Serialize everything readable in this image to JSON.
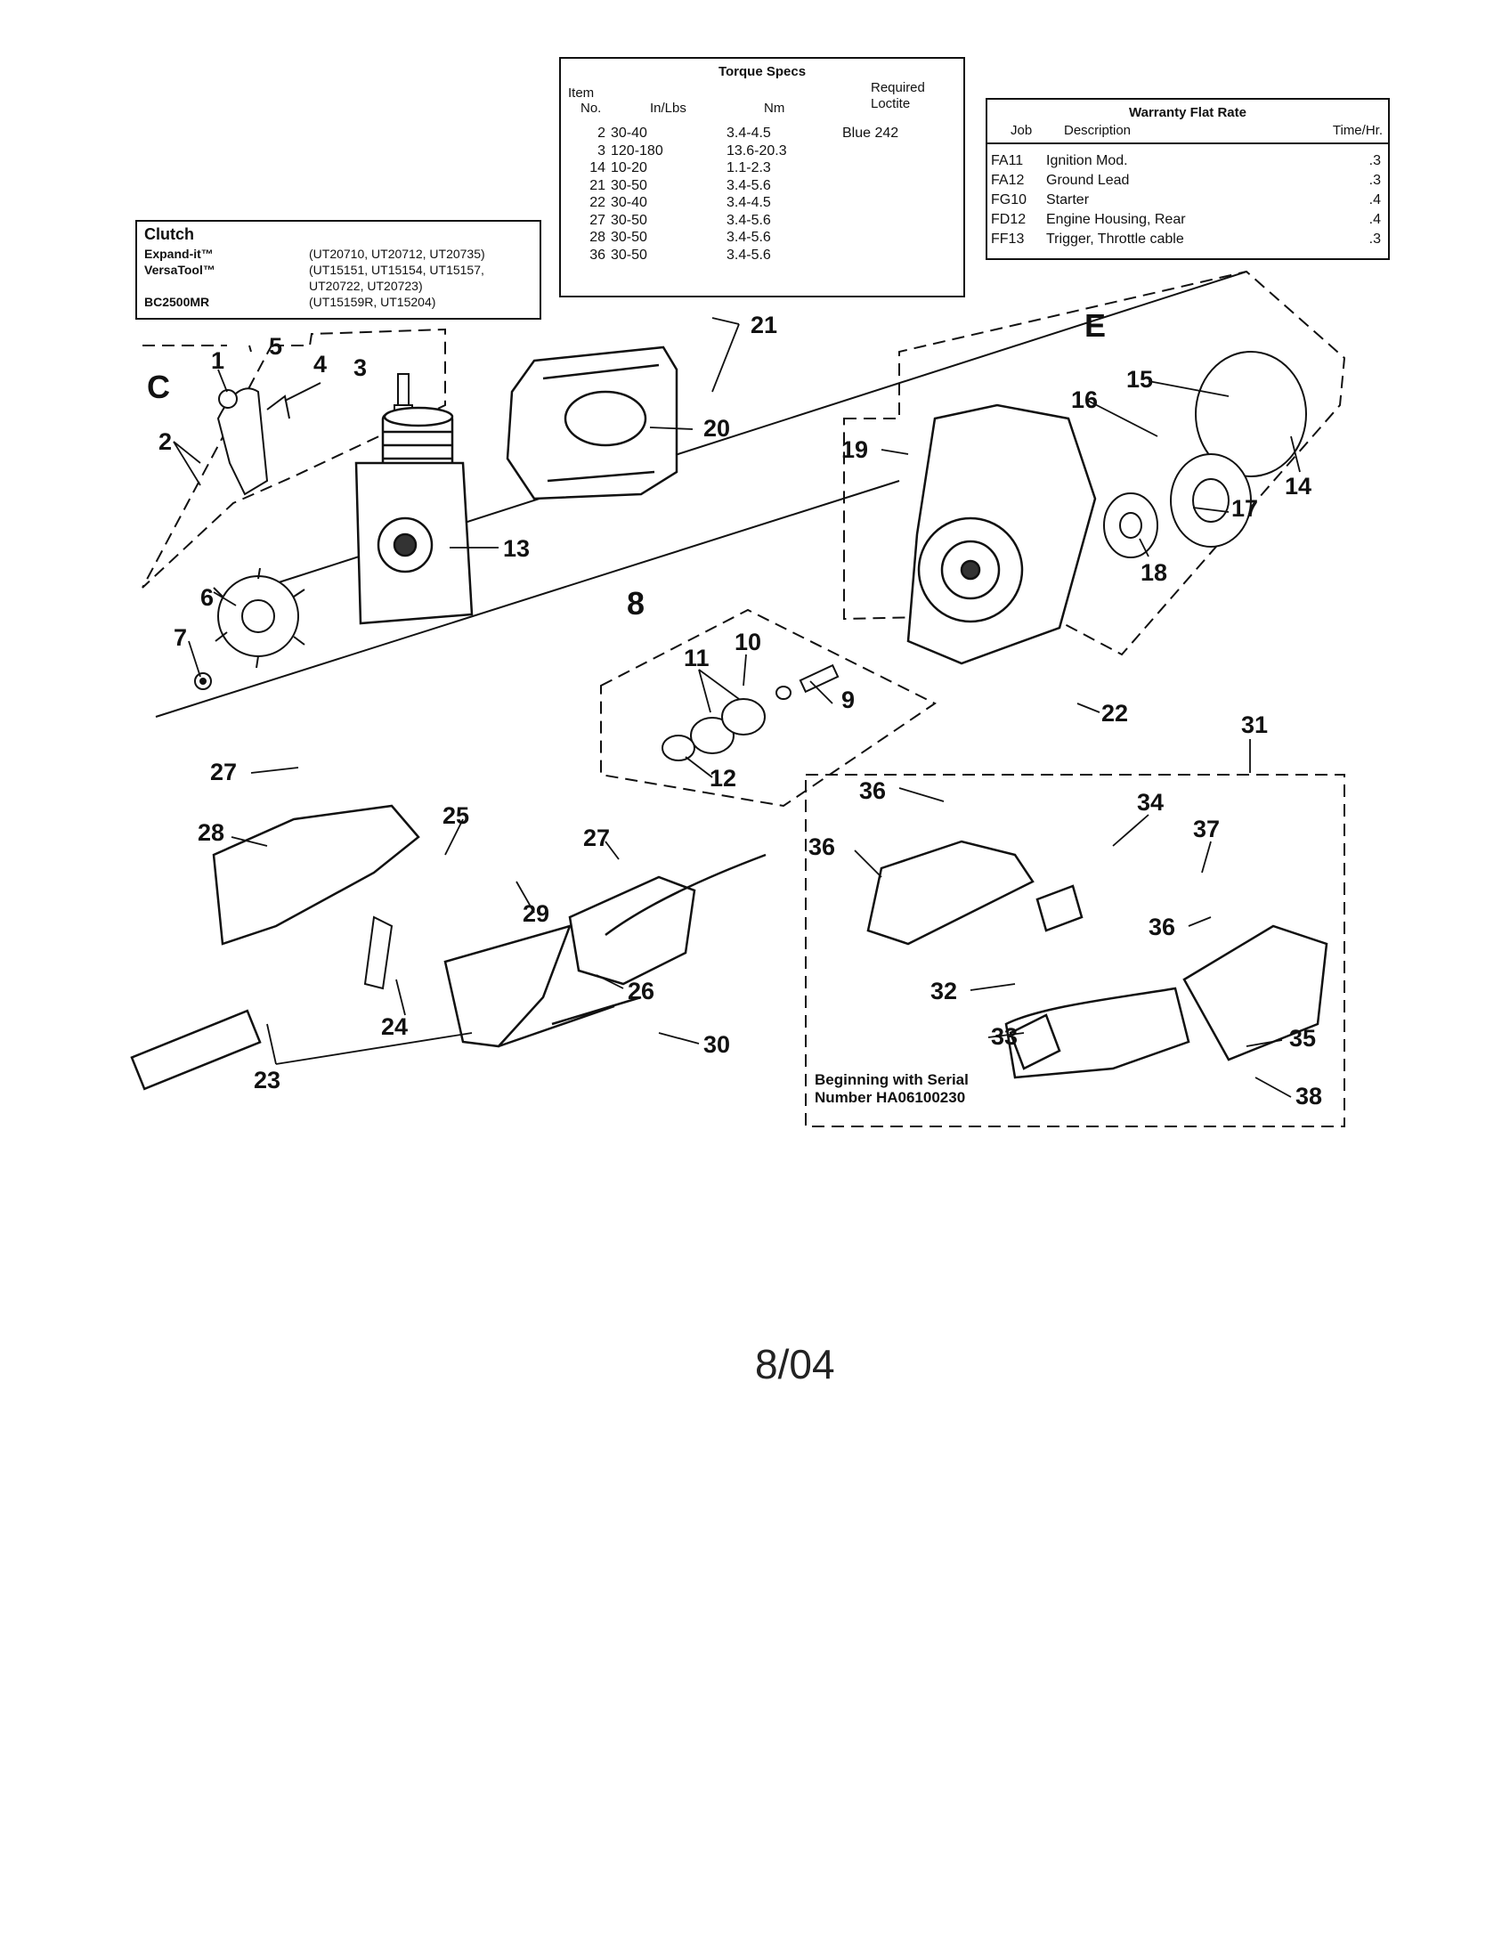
{
  "torque_specs": {
    "title": "Torque Specs",
    "headers": {
      "item": "Item",
      "no": "No.",
      "inlbs": "In/Lbs",
      "nm": "Nm",
      "required": "Required",
      "loctite": "Loctite"
    },
    "rows": [
      {
        "item": "2",
        "inlbs": "30-40",
        "nm": "3.4-4.5",
        "loctite": "Blue 242"
      },
      {
        "item": "3",
        "inlbs": "120-180",
        "nm": "13.6-20.3",
        "loctite": ""
      },
      {
        "item": "14",
        "inlbs": "10-20",
        "nm": "1.1-2.3",
        "loctite": ""
      },
      {
        "item": "21",
        "inlbs": "30-50",
        "nm": "3.4-5.6",
        "loctite": ""
      },
      {
        "item": "22",
        "inlbs": "30-40",
        "nm": "3.4-4.5",
        "loctite": ""
      },
      {
        "item": "27",
        "inlbs": "30-50",
        "nm": "3.4-5.6",
        "loctite": ""
      },
      {
        "item": "28",
        "inlbs": "30-50",
        "nm": "3.4-5.6",
        "loctite": ""
      },
      {
        "item": "36",
        "inlbs": "30-50",
        "nm": "3.4-5.6",
        "loctite": ""
      }
    ]
  },
  "warranty": {
    "title": "Warranty Flat Rate",
    "headers": {
      "job": "Job",
      "description": "Description",
      "time": "Time/Hr."
    },
    "rows": [
      {
        "job": "FA11",
        "description": "Ignition Mod.",
        "time": ".3"
      },
      {
        "job": "FA12",
        "description": "Ground Lead",
        "time": ".3"
      },
      {
        "job": "FG10",
        "description": "Starter",
        "time": ".4"
      },
      {
        "job": "FD12",
        "description": "Engine Housing, Rear",
        "time": ".4"
      },
      {
        "job": "FF13",
        "description": "Trigger, Throttle cable",
        "time": ".3"
      }
    ]
  },
  "clutch": {
    "title": "Clutch",
    "rows": [
      {
        "name": "Expand-it™",
        "models": "(UT20710, UT20712, UT20735)"
      },
      {
        "name": "VersaTool™",
        "models": "(UT15151, UT15154, UT15157,"
      },
      {
        "name": "",
        "models": "UT20722, UT20723)"
      },
      {
        "name": "BC2500MR",
        "models": "(UT15159R, UT15204)"
      }
    ]
  },
  "groups": {
    "c": "C",
    "e": "E",
    "eight": "8",
    "thirtyone": "31"
  },
  "callouts": {
    "n1": "1",
    "n2": "2",
    "n3": "3",
    "n4": "4",
    "n5": "5",
    "n6": "6",
    "n7": "7",
    "n9": "9",
    "n10": "10",
    "n11": "11",
    "n12": "12",
    "n13": "13",
    "n14": "14",
    "n15": "15",
    "n16": "16",
    "n17": "17",
    "n18": "18",
    "n19": "19",
    "n20": "20",
    "n21": "21",
    "n22": "22",
    "n23": "23",
    "n24": "24",
    "n25": "25",
    "n26": "26",
    "n27a": "27",
    "n27b": "27",
    "n28": "28",
    "n29": "29",
    "n30": "30",
    "n32": "32",
    "n33": "33",
    "n34": "34",
    "n35": "35",
    "n36a": "36",
    "n36b": "36",
    "n36c": "36",
    "n37": "37",
    "n38": "38"
  },
  "serial_note": {
    "line1": "Beginning with Serial",
    "line2": "Number HA06100230"
  },
  "page_number": "8/04"
}
